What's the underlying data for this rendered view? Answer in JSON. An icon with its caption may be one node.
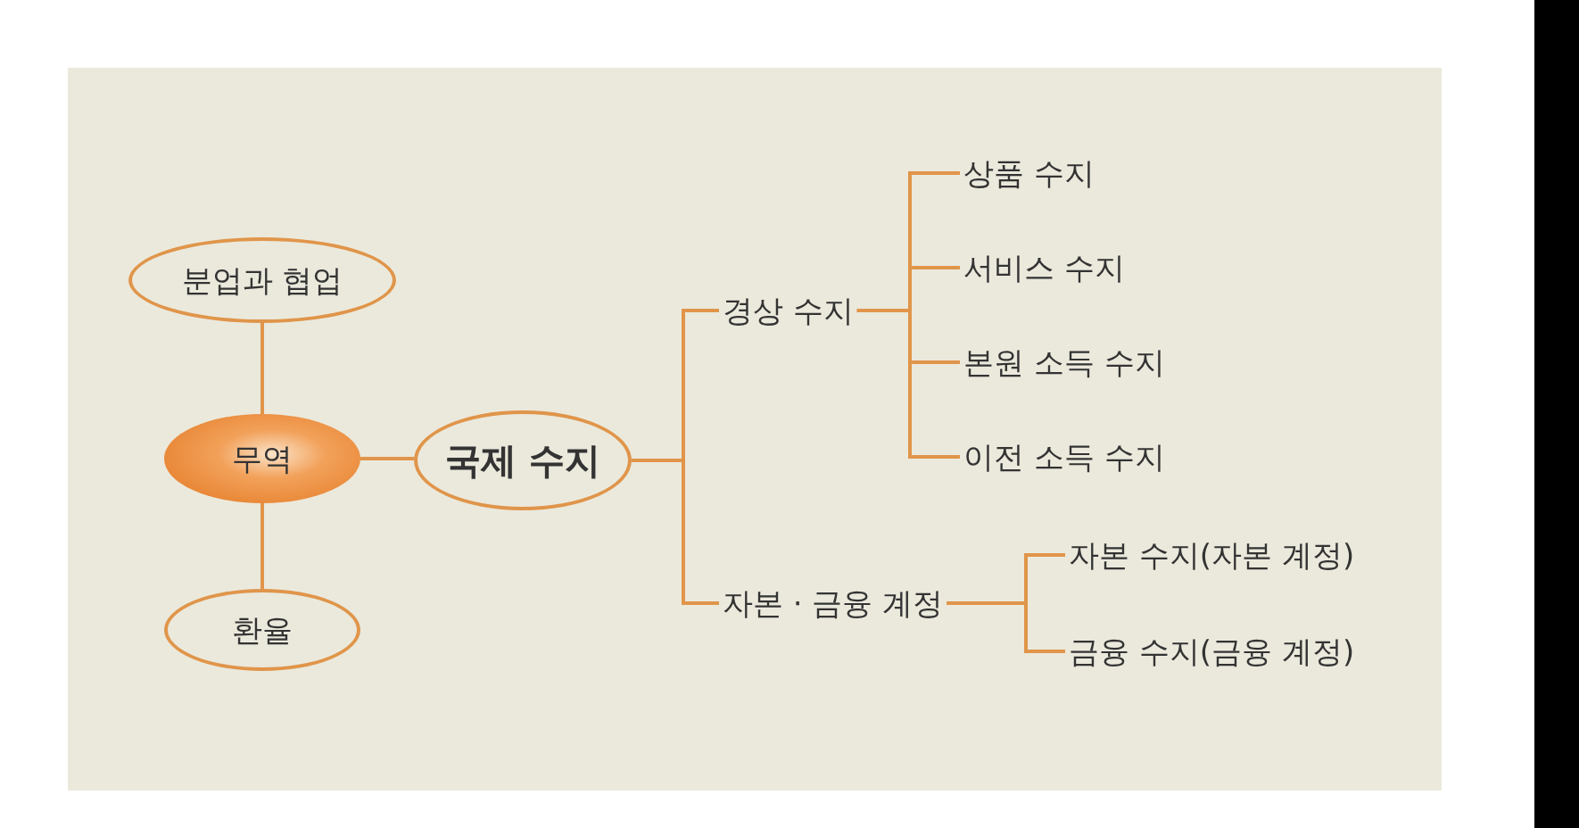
{
  "diagram": {
    "nodes": [
      {
        "text": [
          "분업과 협업"
        ]
      },
      {
        "text": [
          "무역"
        ]
      },
      {
        "text": [
          "환율"
        ]
      },
      {
        "text": [
          "국제 수지"
        ]
      },
      {
        "text": [
          "경상 수지"
        ]
      },
      {
        "text": [
          "상품 수지"
        ]
      },
      {
        "text": [
          "서비스 수지"
        ]
      },
      {
        "text": [
          "본원 소득 수지"
        ]
      },
      {
        "text": [
          "이전 소득 수지"
        ]
      },
      {
        "text": [
          "자본 · 금융 계정"
        ]
      },
      {
        "text": [
          "자본 수지(자본 계정)"
        ]
      },
      {
        "text": [
          "금융 수지(금융 계정)"
        ]
      }
    ],
    "edges": [
      {
        "from": 0,
        "to": 1,
        "arrow": "none"
      },
      {
        "from": 1,
        "to": 2,
        "arrow": "none"
      },
      {
        "from": 1,
        "to": 3,
        "arrow": "none"
      },
      {
        "from": 3,
        "to": 4,
        "arrow": "none"
      },
      {
        "from": 3,
        "to": 9,
        "arrow": "none"
      },
      {
        "from": 4,
        "to": 5,
        "arrow": "none"
      },
      {
        "from": 4,
        "to": 6,
        "arrow": "none"
      },
      {
        "from": 4,
        "to": 7,
        "arrow": "none"
      },
      {
        "from": 4,
        "to": 8,
        "arrow": "none"
      },
      {
        "from": 9,
        "to": 10,
        "arrow": "none"
      },
      {
        "from": 9,
        "to": 11,
        "arrow": "none"
      }
    ]
  }
}
